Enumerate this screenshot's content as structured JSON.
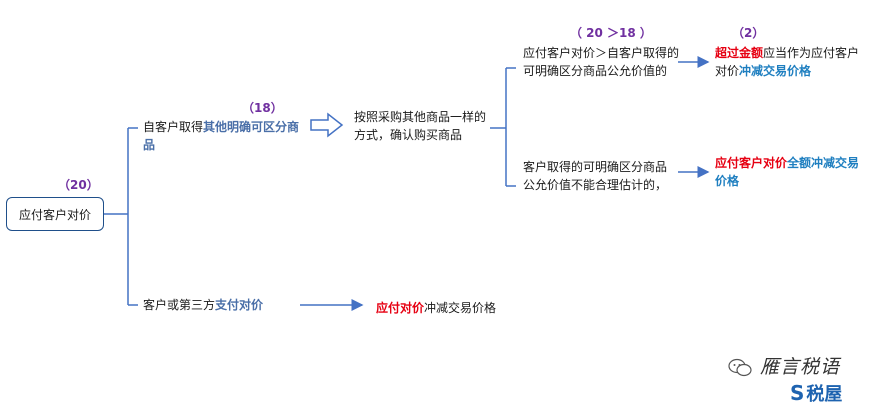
{
  "root": {
    "label": "应付客户对价",
    "num": "（20）"
  },
  "branch1": {
    "num": "（18）",
    "label_plain": "自客户取得",
    "label_highlight": "其他明确可区分商品",
    "result": "按照采购其他商品一样的方式，确认购买商品"
  },
  "sub1": {
    "num": "（ 20 ＞18 ）",
    "condition": "应付客户对价＞自客户取得的可明确区分商品公允价值的",
    "num2": "（2）",
    "res_red": "超过金额",
    "res_plain": "应当作为应付客户对价",
    "res_blue": "冲减交易价格"
  },
  "sub2": {
    "condition": "客户取得的可明确区分商品公允价值不能合理估计的，",
    "res_red": "应付客户对价",
    "res_blue": "全额冲减交易价格"
  },
  "branch2": {
    "label_plain": "客户或第三方",
    "label_highlight": "支付对价",
    "res_red": "应付对价",
    "res_plain": "冲减交易价格"
  },
  "watermark": {
    "line1": "雁言税语",
    "brand": "税屋"
  },
  "colors": {
    "red": "#e60012",
    "blue": "#2e6db4",
    "purple": "#7030a0",
    "line": "#4472c4"
  }
}
